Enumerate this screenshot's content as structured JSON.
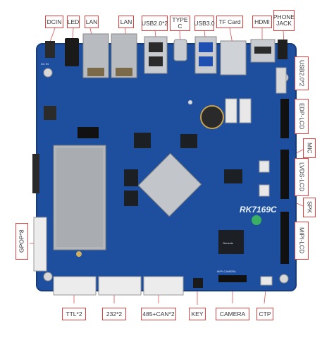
{
  "board": {
    "model": "RK7169C",
    "chip_brand": "Genesis",
    "silkscreen_camera": "MIPI-CAMERA",
    "silkscreen_dcin": "DC IN"
  },
  "labels": {
    "dcin": "DCIN",
    "led": "LED",
    "lan1": "LAN",
    "lan2": "LAN",
    "usb20x2_top": "USB2.0*2",
    "typec": "TYPE C",
    "usb30": "USB3.0",
    "tfcard": "TF Card",
    "hdmi": "HDMI",
    "phone_jack": "PHONE\nJACK",
    "usb20x2_right": "USB2.0*2",
    "edp_lcd": "EDP-LCD",
    "mic": "MIC",
    "lvds_lcd": "LVDS-LCD",
    "spk": "SPK",
    "mipi_lcd": "MIPI-LCD",
    "gpio": "GPOP*8",
    "ttl": "TTL*2",
    "rs232": "232*2",
    "rs485_can": "485+CAN*2",
    "key": "KEY",
    "camera": "CAMERA",
    "ctp": "CTP"
  },
  "colors": {
    "pcb": "#1e4f9e",
    "pcb_dark": "#163c7d",
    "callout_border": "#e04040",
    "callout_line": "#e05050",
    "metal": "#c9ccd0",
    "chip": "#1c1f24"
  }
}
